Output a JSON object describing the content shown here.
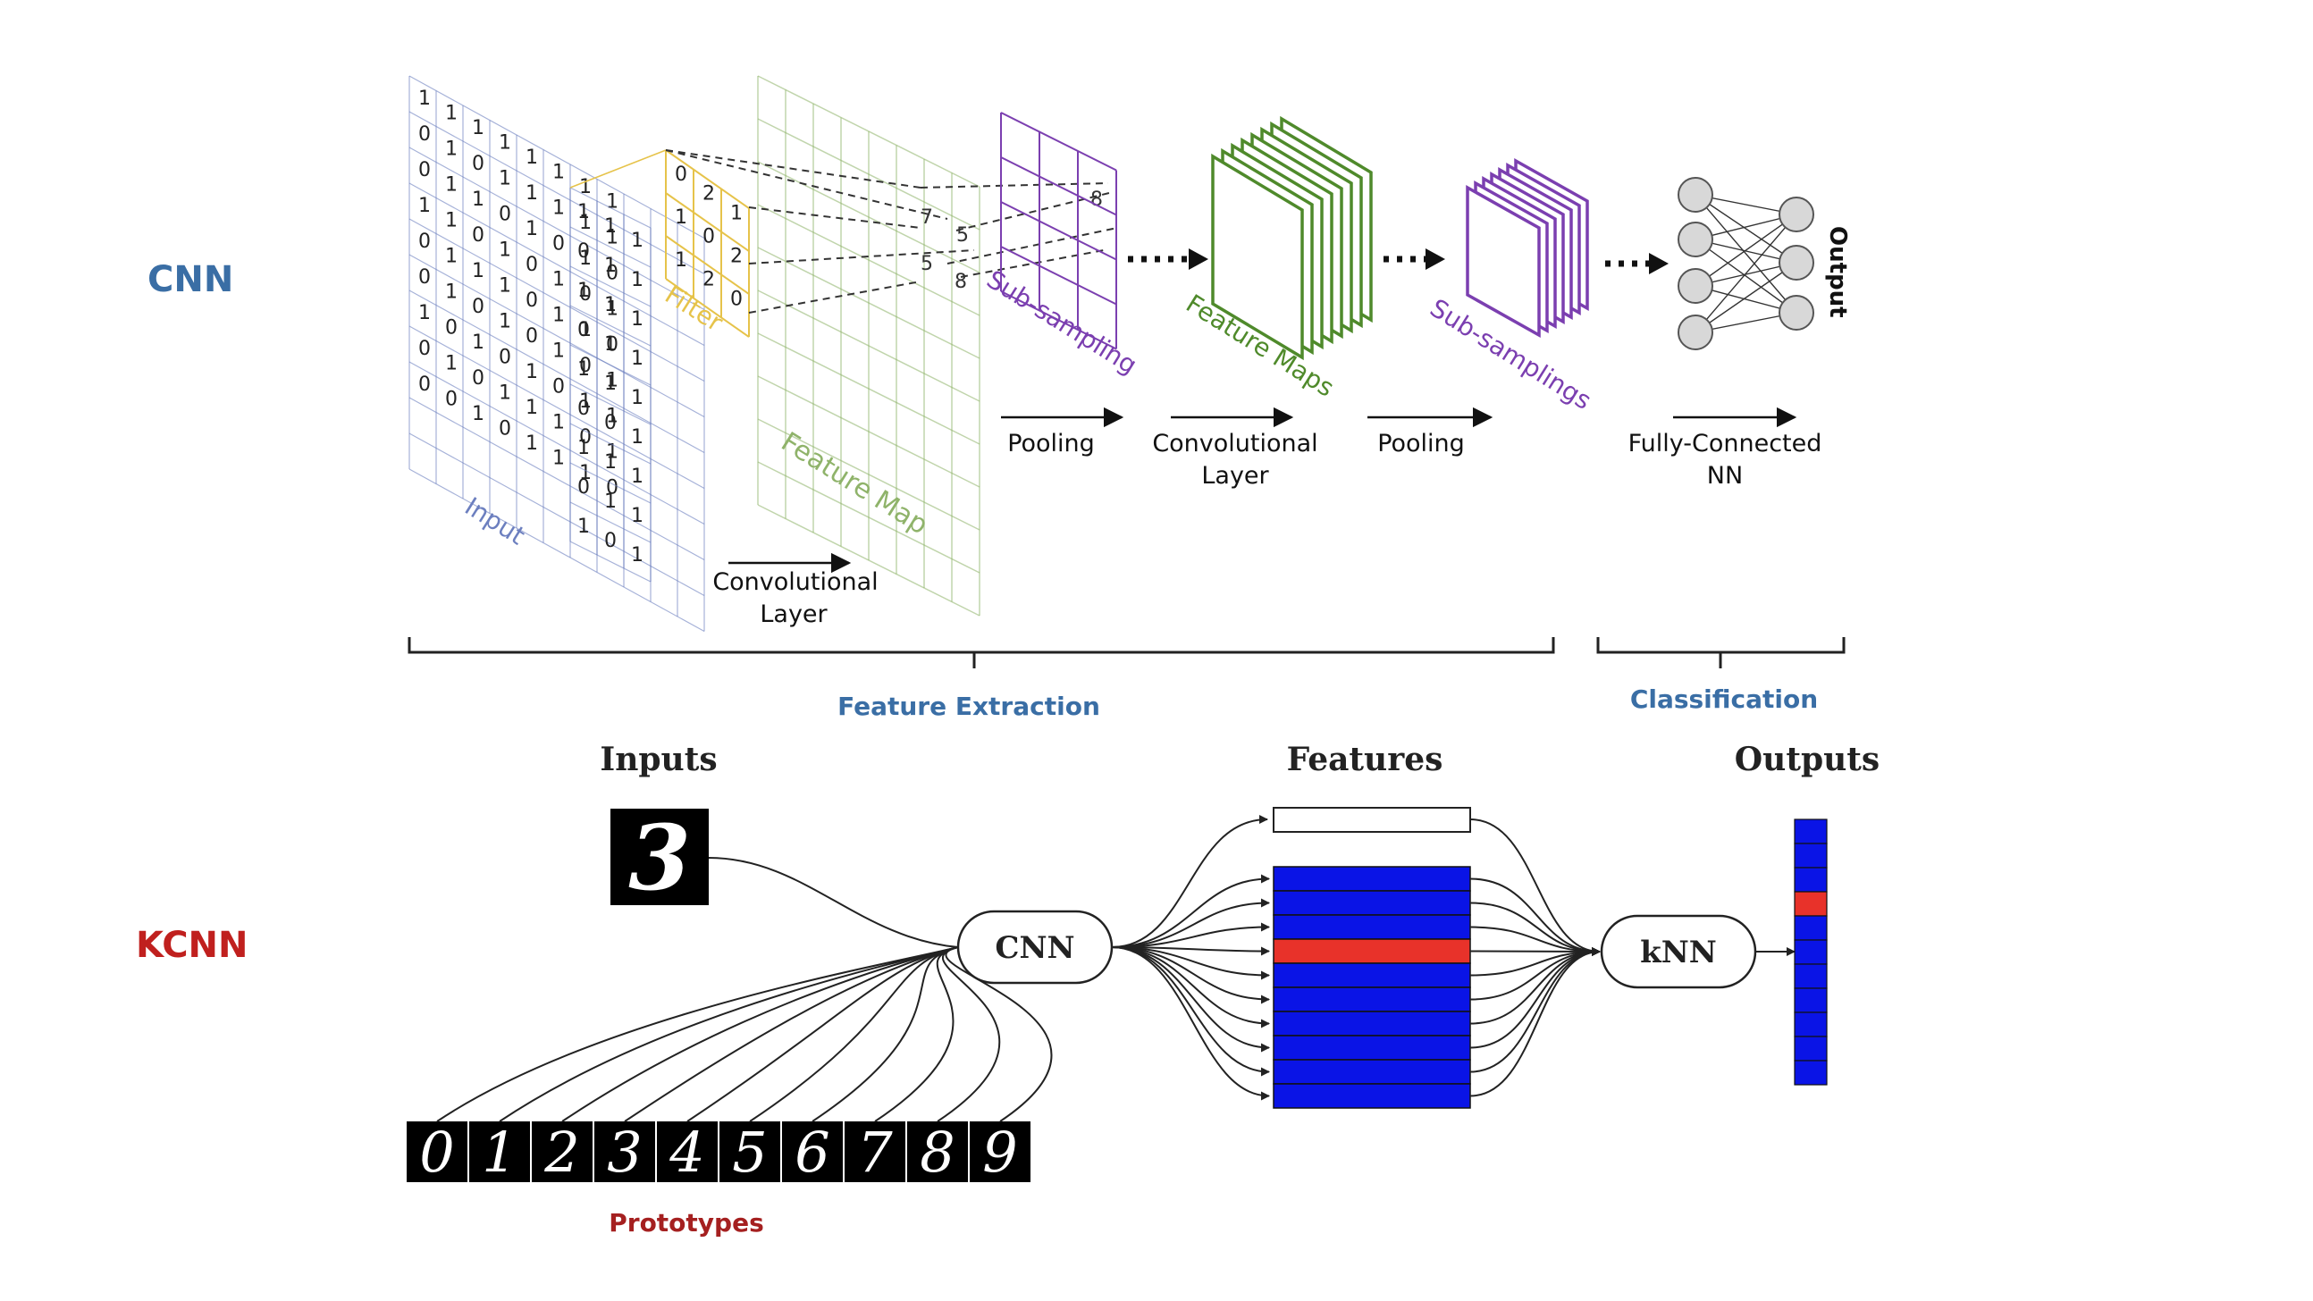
{
  "cnn": {
    "title": "CNN",
    "title_color": "#3a6ea5",
    "input_label": "Input",
    "input_rows": [
      [
        "1",
        "1",
        "1",
        "1",
        "1",
        "1",
        "1",
        "1",
        "1",
        "1",
        "1"
      ],
      [
        "0",
        "1",
        "0",
        "1",
        "1",
        "1",
        "1",
        "1",
        "1",
        "1",
        "1"
      ],
      [
        "0",
        "1",
        "1",
        "0",
        "1",
        "0",
        "1",
        "0",
        "0",
        "1",
        "0"
      ],
      [
        "1",
        "1",
        "0",
        "1",
        "0",
        "1",
        "0",
        "1",
        "1",
        "1",
        "1"
      ],
      [
        "0",
        "1",
        "1",
        "1",
        "0",
        "1",
        "1",
        "0",
        "1",
        "1",
        "0"
      ],
      [
        "0",
        "1",
        "0",
        "1",
        "0",
        "1",
        "0",
        "1",
        "1",
        "0",
        "1"
      ],
      [
        "1",
        "0",
        "1",
        "0",
        "1",
        "0",
        "1",
        "1",
        "0",
        "1",
        "1"
      ],
      [
        "0",
        "1",
        "0",
        "1",
        "1",
        "1",
        "0",
        "1",
        "0",
        "1",
        "1"
      ],
      [
        "0",
        "0",
        "1",
        "0",
        "1",
        "1",
        "1",
        "0",
        "1",
        "0",
        "1"
      ]
    ],
    "input_right_column": [
      "1",
      "0",
      "1",
      "0",
      "1",
      "0",
      "1",
      "0",
      "1"
    ],
    "input_last_column": [
      "1",
      "1",
      "1",
      "1",
      "1",
      "1",
      "1",
      "1",
      "1"
    ],
    "filter_label": "Filter",
    "filter_values": [
      [
        "0",
        "2",
        "1"
      ],
      [
        "1",
        "0",
        "2"
      ],
      [
        "1",
        "2",
        "0"
      ]
    ],
    "conv_values": [
      "7",
      "5",
      "5",
      "8",
      "8"
    ],
    "feature_map_label": "Feature Map",
    "subsampling_label": "Sub-sampling",
    "feature_maps_label": "Feature Maps",
    "subsamplings_label": "Sub-samplings",
    "output_label": "Output",
    "steps": {
      "conv1": [
        "Convolutional",
        "Layer"
      ],
      "pool1": "Pooling",
      "conv2": [
        "Convolutional",
        "Layer"
      ],
      "pool2": "Pooling",
      "fc": [
        "Fully-Connected",
        "NN"
      ]
    },
    "braces": {
      "feature_extraction": "Feature Extraction",
      "classification": "Classification"
    },
    "colors": {
      "input": "#6c7fbf",
      "filter": "#e6c34a",
      "feature_map": "#8fb36a",
      "sub_sampling": "#7b3fb0",
      "feature_maps": "#4f8a2b",
      "brace_label": "#3a6ea5"
    }
  },
  "kcnn": {
    "title": "KCNN",
    "title_color": "#c0201e",
    "inputs_heading": "Inputs",
    "features_heading": "Features",
    "outputs_heading": "Outputs",
    "input_digit": "3",
    "prototype_digits": [
      "0",
      "1",
      "2",
      "3",
      "4",
      "5",
      "6",
      "7",
      "8",
      "9"
    ],
    "prototypes_label": "Prototypes",
    "prototypes_color": "#a52020",
    "cnn_node": "CNN",
    "knn_node": "kNN",
    "feature_rows": 10,
    "highlighted_feature_row": 3,
    "output_cells": 11,
    "highlighted_output_cell": 3,
    "colors": {
      "cell": "#0a14e6",
      "highlight": "#e8322a"
    }
  }
}
